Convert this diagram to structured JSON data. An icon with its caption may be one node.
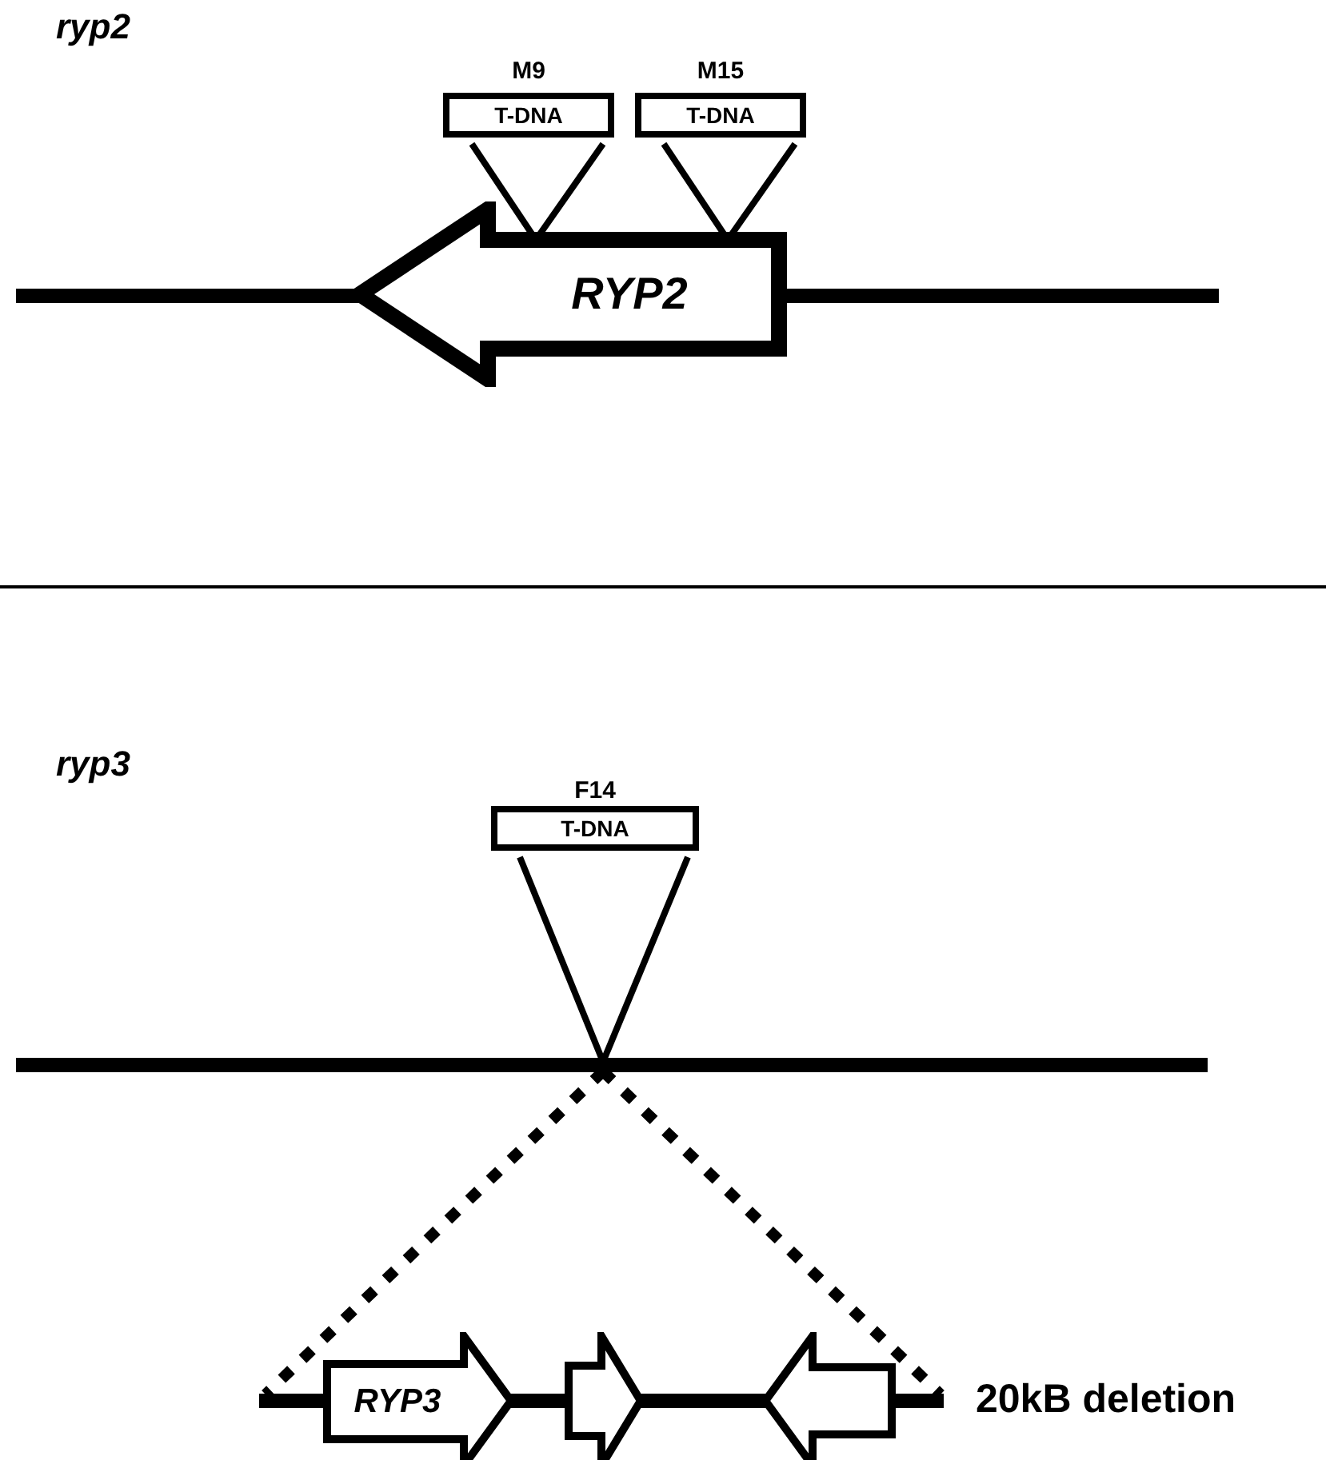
{
  "diagram": {
    "nodes": [
      {
        "text": [
          "M9",
          "T-DNA"
        ]
      },
      {
        "text": [
          "M15",
          "T-DNA"
        ]
      },
      {
        "text": [
          "RYP2"
        ]
      },
      {
        "text": [
          "F14",
          "T-DNA"
        ]
      },
      {
        "text": [
          "RYP3"
        ]
      },
      {
        "text": [],
        "shape": "arrow"
      },
      {
        "text": [],
        "shape": "arrow"
      }
    ],
    "labels": [
      "ryp2",
      "ryp3",
      "20kB deletion"
    ]
  }
}
